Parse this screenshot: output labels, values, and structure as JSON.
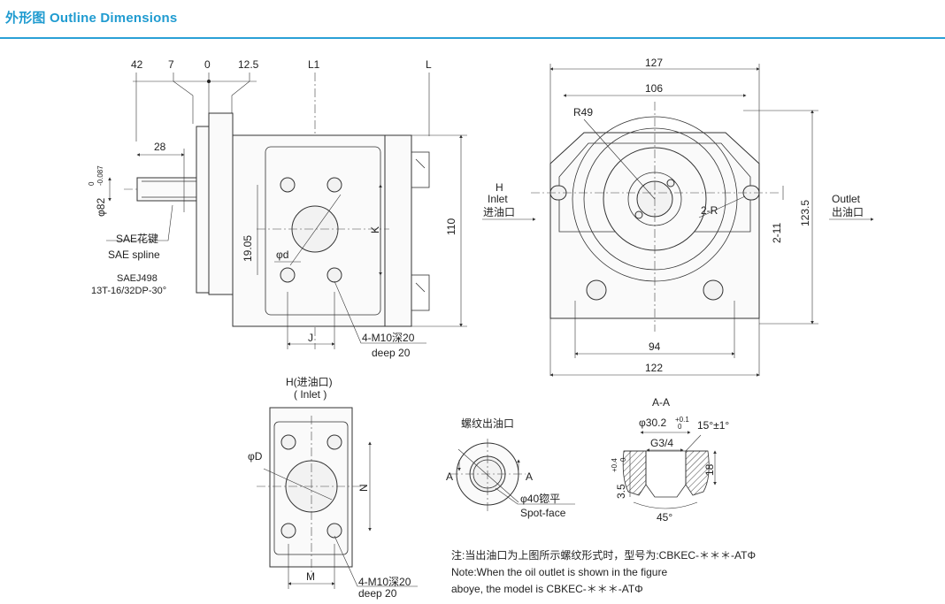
{
  "header": {
    "title": "外形图 Outline Dimensions"
  },
  "side_view": {
    "top_dims": [
      "42",
      "7",
      "0",
      "12.5",
      "L1",
      "L"
    ],
    "shaft_len": "28",
    "shaft_dia": "φ82",
    "shaft_tol_upper": "0",
    "shaft_tol_lower": "-0.087",
    "spline_cn": "SAE花键",
    "spline_en": "SAE spline",
    "spline_std": "SAEJ498",
    "spline_spec": "13T-16/32DP-30°",
    "dim_1905": "19.05",
    "dim_d": "φd",
    "dim_k": "K",
    "dim_j": "J",
    "dim_110": "110",
    "thread_cn": "4-M10深20",
    "thread_en": "deep 20"
  },
  "front_view": {
    "dim_127": "127",
    "dim_106": "106",
    "dim_r49": "R49",
    "inlet_h": "H",
    "inlet_en": "Inlet",
    "inlet_cn": "进油口",
    "dim_2r": "2-R",
    "dim_211": "2-11",
    "dim_1235": "123.5",
    "outlet_en": "Outlet",
    "outlet_cn": "出油口",
    "dim_94": "94",
    "dim_122": "122"
  },
  "port_view": {
    "title_1": "H(进油口)",
    "title_2": "( Inlet )",
    "dim_D": "φD",
    "dim_N": "N",
    "dim_M": "M",
    "thread_cn": "4-M10深20",
    "thread_en": "deep 20"
  },
  "thread_outlet": {
    "title": "螺纹出油口",
    "a_left": "A",
    "a_right": "A",
    "spot_cn": "φ40锪平",
    "spot_en": "Spot-face"
  },
  "section": {
    "title": "A-A",
    "dia": "φ30.2",
    "dia_tol_upper": "+0.1",
    "dia_tol_lower": "0",
    "angle_top": "15°±1°",
    "thread": "G3/4",
    "dim_18": "18",
    "dim_35": "3.5",
    "dim_35_tol_upper": "+0.4",
    "dim_35_tol_lower": "0",
    "angle_45": "45°"
  },
  "note": {
    "cn": "注:当出油口为上图所示螺纹形式时，型号为:CBKEC-＊＊＊-ATΦ",
    "en1": "Note:When the oil outlet is shown in the figure",
    "en2": "aboye, the model is CBKEC-＊＊＊-ATΦ"
  }
}
